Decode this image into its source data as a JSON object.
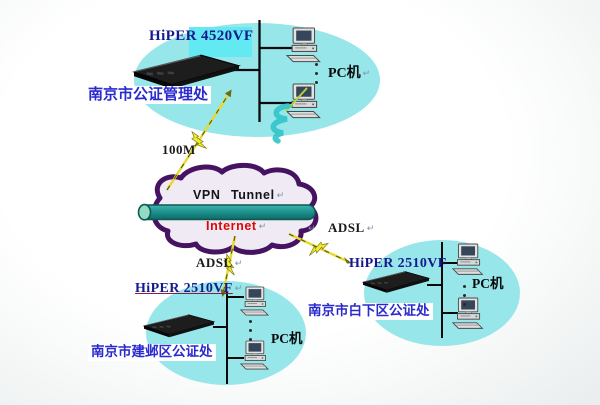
{
  "cloud": {
    "vpn_label": "VPN",
    "tunnel_label": "Tunnel",
    "internet_label": "Internet"
  },
  "links": {
    "hq": "100M",
    "jianye": "ADSL",
    "baixia": "ADSL"
  },
  "sites": {
    "hq": {
      "router_model": "HiPER 4520VF",
      "name": "南京市公证管理处",
      "pc_label": "PC机"
    },
    "jianye": {
      "router_model": "HiPER 2510VF",
      "name": "南京市建邺区公证处",
      "pc_label": "PC机"
    },
    "baixia": {
      "router_model": "HiPER 2510VF",
      "name": "南京市白下区公证处",
      "pc_label": "PC机"
    }
  },
  "marks": {
    "paragraph_return": "↵"
  },
  "colors": {
    "site_bubble": "#97e6ea",
    "model_highlight": "#63e9f2",
    "cloud_fill": "#efeaf3",
    "cloud_outline": "#451361",
    "tunnel_pipe": "#279a97",
    "comm_link_yellow": "#e8d92b",
    "site_name_text": "#2a2ace",
    "router_model_text": "#141a8e",
    "internet_text": "#e00404"
  }
}
